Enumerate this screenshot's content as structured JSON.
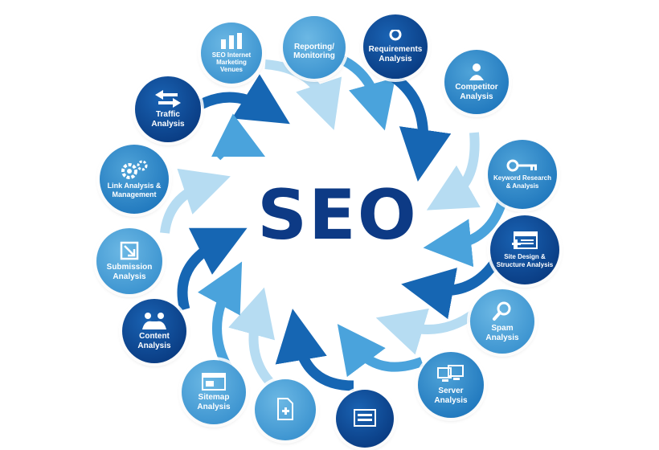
{
  "title": "SEO",
  "nodes": {
    "seo_internet_marketing_venues": "SEO Internet Marketing Venues",
    "reporting_monitoring": "Reporting/ Monitoring",
    "requirements_analysis": "Requirements Analysis",
    "competitor_analysis": "Competitor Analysis",
    "keyword_research_analysis": "Keyword Research & Analysis",
    "site_design_structure_analysis": "Site Design & Structure Analysis",
    "spam_analysis": "Spam Analysis",
    "server_analysis": "Server Analysis",
    "sitemap_analysis": "Sitemap Analysis",
    "content_analysis": "Content Analysis",
    "submission_analysis": "Submission Analysis",
    "link_analysis_management": "Link Analysis & Management",
    "traffic_analysis": "Traffic Analysis"
  },
  "icons": {
    "seo_internet_marketing_venues": "bar-chart-icon",
    "reporting_monitoring": "monitor-icon",
    "requirements_analysis": "magnifier-icon",
    "competitor_analysis": "person-icon",
    "keyword_research_analysis": "key-icon",
    "site_design_structure_analysis": "web-page-icon",
    "spam_analysis": "magnifying-glass-icon",
    "server_analysis": "computers-icon",
    "sitemap_analysis": "browser-window-icon",
    "content_analysis": "handshake-icon",
    "submission_analysis": "checkbox-icon",
    "link_analysis_management": "gears-icon",
    "traffic_analysis": "two-way-arrows-icon",
    "document_node": "document-plus-icon",
    "form_node": "form-icon"
  },
  "colors": {
    "dark_blue": "#0a3d84",
    "mid_blue": "#1f77bd",
    "light_blue": "#6cb8e4",
    "arrow_pale": "#b6dcf2",
    "title": "#0d3a85"
  }
}
